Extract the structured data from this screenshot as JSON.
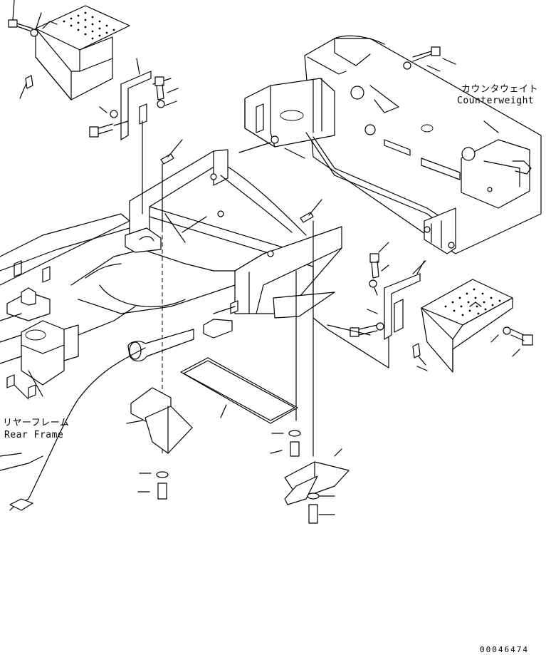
{
  "labels": {
    "counterweight_jp": "カウンタウェイト",
    "counterweight_en": "Counterweight",
    "rear_frame_jp": "リヤーフレーム",
    "rear_frame_en": "Rear Frame",
    "drawing_number": "00046474"
  }
}
